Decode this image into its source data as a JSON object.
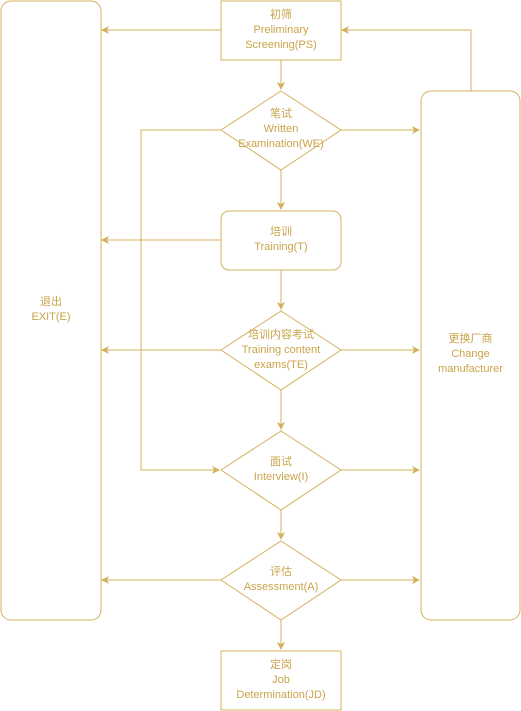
{
  "colors": {
    "stroke": "#d4b05c",
    "fill": "#ffffff",
    "text": "#c9a449"
  },
  "nodes": {
    "preliminary_screening": {
      "zh": "初筛",
      "en": [
        "Preliminary",
        "Screening(PS)"
      ]
    },
    "written_examination": {
      "zh": "笔试",
      "en": [
        "Written",
        "Examination(WE)"
      ]
    },
    "training": {
      "zh": "培训",
      "en": [
        "Training(T)"
      ]
    },
    "training_content_exams": {
      "zh": "培训内容考试",
      "en": [
        "Training content",
        "exams(TE)"
      ]
    },
    "interview": {
      "zh": "面试",
      "en": [
        "Interview(I)"
      ]
    },
    "assessment": {
      "zh": "评估",
      "en": [
        "Assessment(A)"
      ]
    },
    "job_determination": {
      "zh": "定岗",
      "en": [
        "Job",
        "Determination(JD)"
      ]
    },
    "exit": {
      "zh": "退出",
      "en": [
        "EXIT(E)"
      ]
    },
    "change_manufacturer": {
      "zh": "更换厂商",
      "en": [
        "Change",
        "manufacturer"
      ]
    }
  }
}
